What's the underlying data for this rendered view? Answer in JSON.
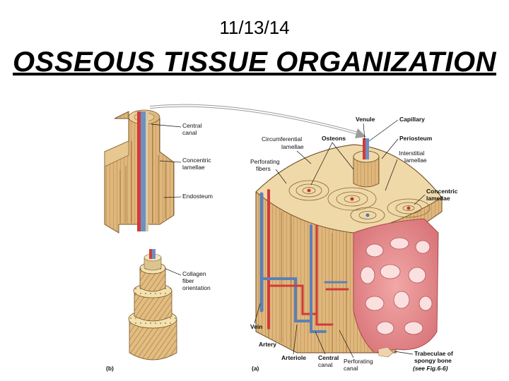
{
  "slide": {
    "date": "11/13/14",
    "title": "OSSEOUS TISSUE ORGANIZATION"
  },
  "diagram": {
    "panel_b_letter": "(b)",
    "panel_a_letter": "(a)",
    "labels_b": {
      "central_canal": "Central",
      "central_canal_2": "canal",
      "concentric_lamellae": "Concentric",
      "concentric_lamellae_2": "lamellae",
      "endosteum": "Endosteum",
      "collagen": "Collagen",
      "collagen_2": "fiber",
      "collagen_3": "orientation"
    },
    "labels_a": {
      "venule": "Venule",
      "capillary": "Capillary",
      "osteons": "Osteons",
      "periosteum": "Periosteum",
      "circumferential": "Circumferential",
      "circumferential_2": "lamellae",
      "interstitial": "Interstitial",
      "interstitial_2": "lamellae",
      "perforating_fibers": "Perforating",
      "perforating_fibers_2": "fibers",
      "concentric": "Concentric",
      "concentric_2": "lamellae",
      "vein": "Vein",
      "artery": "Artery",
      "arteriole": "Arteriole",
      "central_canal": "Central",
      "central_canal_2": "canal",
      "perforating_canal": "Perforating",
      "perforating_canal_2": "canal",
      "trabeculae": "Trabeculae of",
      "trabeculae_2": "spongy bone",
      "see_fig": "(see Fig.6-6)"
    }
  }
}
